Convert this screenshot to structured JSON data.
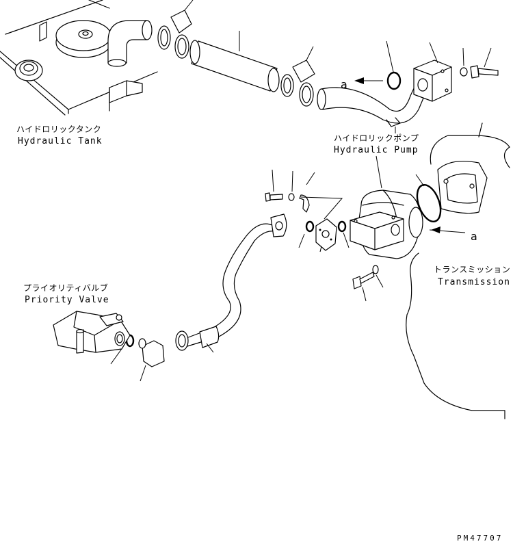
{
  "labels": {
    "hydraulic_tank": {
      "jp": "ハイドロリックタンク",
      "en": "Hydraulic Tank"
    },
    "hydraulic_pump": {
      "jp": "ハイドロリックポンプ",
      "en": "Hydraulic Pump"
    },
    "priority_valve": {
      "jp": "プライオリティバルブ",
      "en": "Priority Valve"
    },
    "transmission": {
      "jp": "トランスミッション",
      "en": "Transmission"
    }
  },
  "view_arrows": {
    "top": "a",
    "pump": "a"
  },
  "drawing_code": "PM47707"
}
